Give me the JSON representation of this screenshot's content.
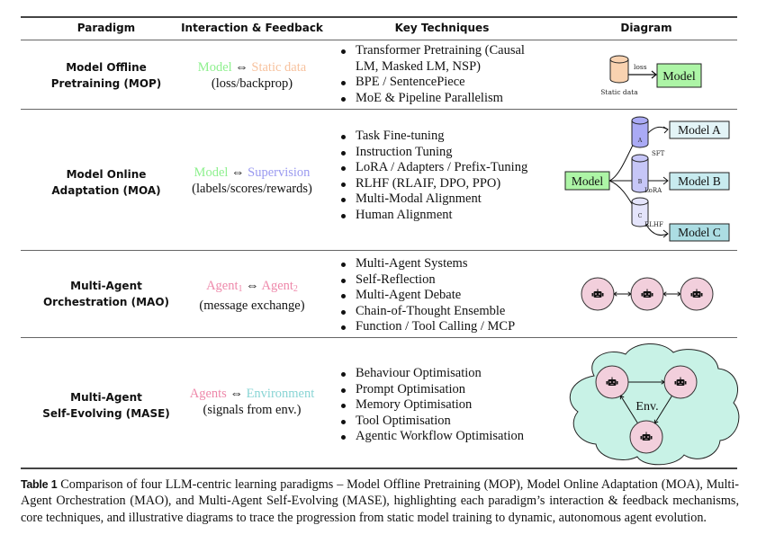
{
  "table": {
    "headers": [
      "Paradigm",
      "Interaction & Feedback",
      "Key Techniques",
      "Diagram"
    ],
    "rows": [
      {
        "paradigm": [
          "Model Offline",
          "Pretraining (MOP)"
        ],
        "interaction": {
          "left": "Model",
          "left_color": "#8ef08e",
          "arrow": "⇔",
          "right": "Static data",
          "right_color": "#f7c29e",
          "feedback": "(loss/backprop)"
        },
        "techniques": [
          [
            "Transformer Pretraining (Causal",
            "LM, Masked LM, NSP)"
          ],
          [
            "BPE / SentencePiece"
          ],
          [
            "MoE & Pipeline Parallelism"
          ]
        ],
        "diagram": {
          "source_label": "Static data",
          "edge_label": "loss",
          "target_label": "Model",
          "source_color": "#f9d2b0",
          "target_color": "#adf5a6"
        }
      },
      {
        "paradigm": [
          "Model Online",
          "Adaptation (MOA)"
        ],
        "interaction": {
          "left": "Model",
          "left_color": "#8ef08e",
          "arrow": "⇔",
          "right": "Supervision",
          "right_color": "#9a9af0",
          "feedback": "(labels/scores/rewards)"
        },
        "techniques": [
          [
            "Task Fine-tuning"
          ],
          [
            "Instruction Tuning"
          ],
          [
            "LoRA / Adapters / Prefix-Tuning"
          ],
          [
            "RLHF (RLAIF, DPO, PPO)"
          ],
          [
            "Multi-Modal Alignment"
          ],
          [
            "Human Alignment"
          ]
        ],
        "diagram": {
          "source_label": "Model",
          "branches": [
            {
              "db": "A",
              "method": "SFT",
              "target": "Model A",
              "db_color": "#aaaaf5",
              "target_color": "#e3f4f7"
            },
            {
              "db": "B",
              "method": "LoRA",
              "target": "Model B",
              "db_color": "#c6c6f7",
              "target_color": "#c8ebef"
            },
            {
              "db": "C",
              "method": "RLHF",
              "target": "Model C",
              "db_color": "#e4e4fb",
              "target_color": "#acdde3"
            }
          ],
          "source_color": "#adf5a6"
        }
      },
      {
        "paradigm": [
          "Multi-Agent",
          "Orchestration (MAO)"
        ],
        "interaction": {
          "left": "Agent",
          "left_sub": "1",
          "left_color": "#ee88aa",
          "arrow": "⇔",
          "right": "Agent",
          "right_sub": "2",
          "right_color": "#ee88aa",
          "feedback": "(message exchange)"
        },
        "techniques": [
          [
            "Multi-Agent Systems"
          ],
          [
            "Self-Reflection"
          ],
          [
            "Multi-Agent Debate"
          ],
          [
            "Chain-of-Thought Ensemble"
          ],
          [
            "Function / Tool Calling / MCP"
          ]
        ],
        "diagram": {
          "agents": 3,
          "agent_icon": "robot-icon",
          "agent_color": "#f2cfdc"
        }
      },
      {
        "paradigm": [
          "Multi-Agent",
          "Self-Evolving (MASE)"
        ],
        "interaction": {
          "left": "Agents",
          "left_color": "#ee88aa",
          "arrow": "⇔",
          "right": "Environment",
          "right_color": "#88d4d4",
          "feedback": "(signals from env.)"
        },
        "techniques": [
          [
            "Behaviour Optimisation"
          ],
          [
            "Prompt Optimisation"
          ],
          [
            "Memory Optimisation"
          ],
          [
            "Tool Optimisation"
          ],
          [
            "Agentic Workflow Optimisation"
          ]
        ],
        "diagram": {
          "env_label": "Env.",
          "agents": 3,
          "agent_icon": "robot-icon",
          "agent_color": "#f2cfdc",
          "env_color": "#c8f2e6"
        }
      }
    ]
  },
  "caption": {
    "label": "Table 1",
    "text": "Comparison of four LLM-centric learning paradigms – Model Offline Pretraining (MOP), Model Online Adaptation (MOA), Multi-Agent Orchestration (MAO), and Multi-Agent Self-Evolving (MASE), highlighting each paradigm’s interaction & feedback mechanisms, core techniques, and illustrative diagrams to trace the progression from static model training to dynamic, autonomous agent evolution."
  }
}
